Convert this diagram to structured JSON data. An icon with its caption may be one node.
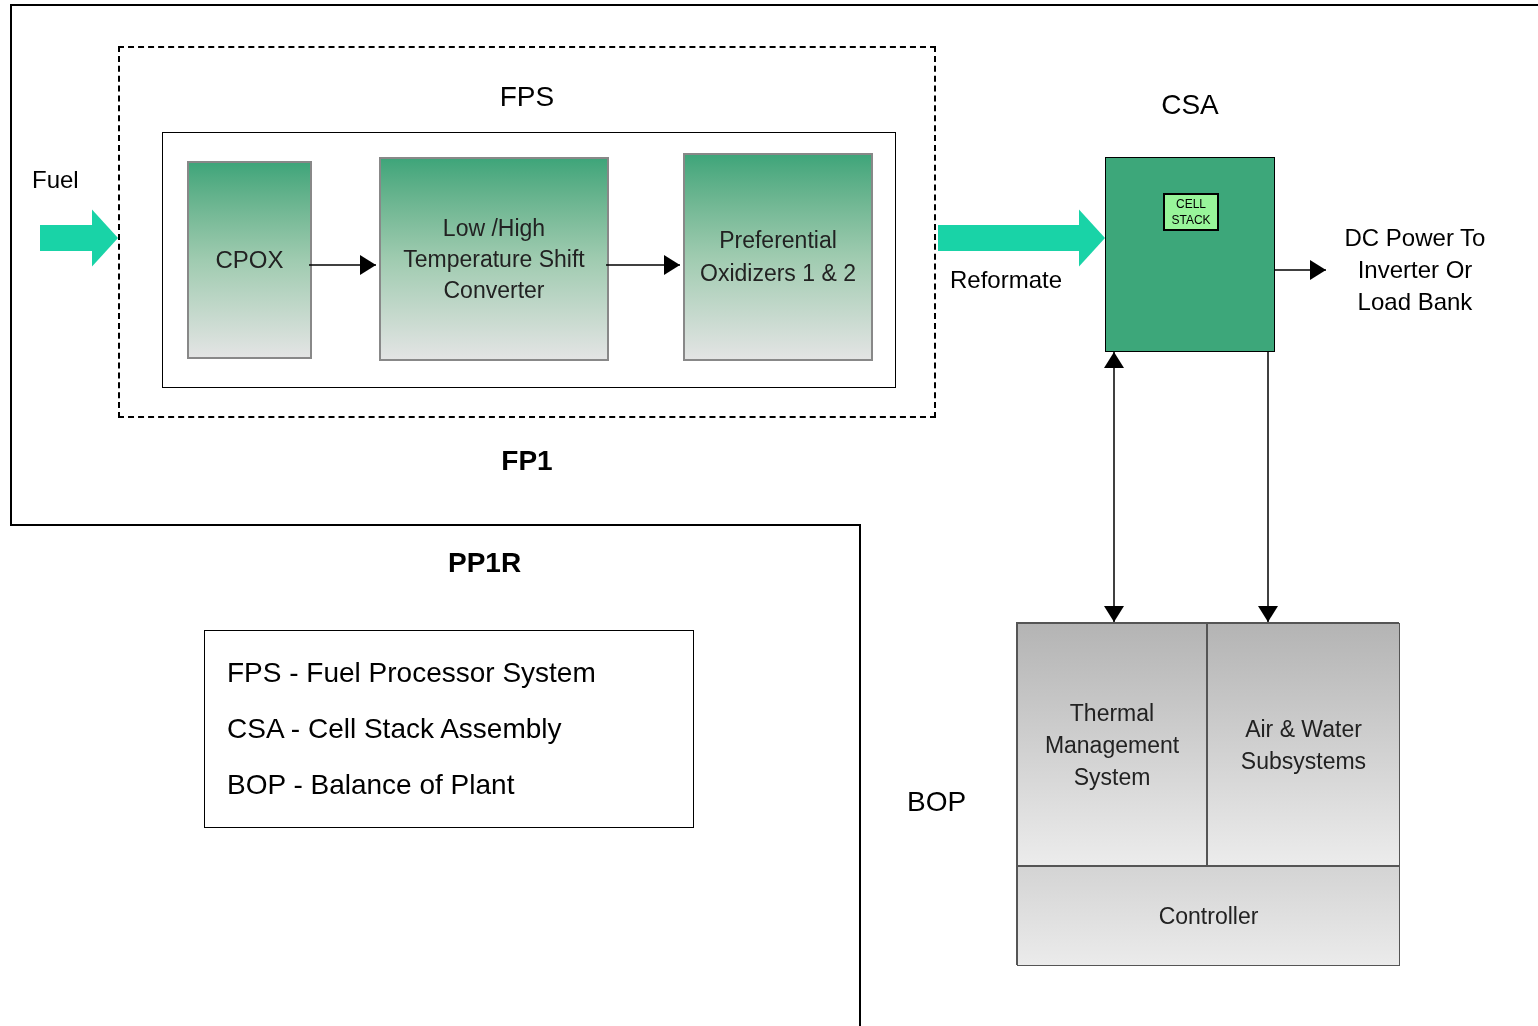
{
  "diagram": {
    "nodes": [
      {
        "text": [
          "FPS",
          "FP1"
        ]
      },
      {
        "text": [],
        "shape": "box",
        "in": 0
      },
      {
        "text": [
          "CPOX"
        ],
        "in": 1
      },
      {
        "text": [
          "Low /High Temperature Shift Converter"
        ],
        "in": 1
      },
      {
        "text": [
          "Preferential Oxidizers 1 & 2"
        ],
        "in": 1
      },
      {
        "text": [
          "CSA"
        ]
      },
      {
        "text": [
          "CELL STACK"
        ],
        "in": 5
      },
      {
        "text": [
          "BOP"
        ]
      },
      {
        "text": [
          "Thermal Management System"
        ],
        "in": 7
      },
      {
        "text": [
          "Air & Water Subsystems"
        ],
        "in": 7
      },
      {
        "text": [
          "Controller"
        ],
        "in": 7
      },
      {
        "text": [
          "FPS - Fuel Processor System",
          "CSA - Cell Stack Assembly",
          "BOP - Balance of Plant"
        ]
      }
    ],
    "edges": [
      {
        "from": null,
        "to": 0,
        "arrow": "to",
        "label": "Fuel",
        "style": "thick",
        "color": "#19d3a7"
      },
      {
        "from": 2,
        "to": 3,
        "arrow": "to"
      },
      {
        "from": 3,
        "to": 4,
        "arrow": "to"
      },
      {
        "from": 0,
        "to": 5,
        "arrow": "to",
        "label": "Reformate",
        "style": "thick",
        "color": "#19d3a7"
      },
      {
        "from": 5,
        "to": null,
        "arrow": "to",
        "label": "DC Power To Inverter Or Load Bank"
      },
      {
        "from": 5,
        "to": 8,
        "arrow": "both"
      },
      {
        "from": 5,
        "to": 9,
        "arrow": "to"
      }
    ],
    "labels": [
      "PP1R"
    ]
  }
}
